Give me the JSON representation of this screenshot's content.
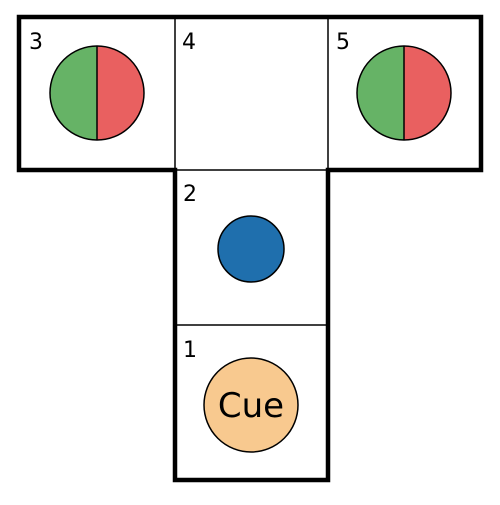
{
  "maze": {
    "cells": [
      {
        "number": "3",
        "content": "split-circle-icon"
      },
      {
        "number": "4",
        "content": "empty"
      },
      {
        "number": "5",
        "content": "split-circle-icon"
      },
      {
        "number": "2",
        "content": "blue-circle-icon"
      },
      {
        "number": "1",
        "content": "cue-circle-icon"
      }
    ],
    "cue_label": "Cue"
  },
  "colors": {
    "green": "#66b366",
    "red": "#e96060",
    "blue": "#1f6fad",
    "cue": "#f8c98f",
    "stroke": "#000000",
    "background": "#ffffff"
  }
}
